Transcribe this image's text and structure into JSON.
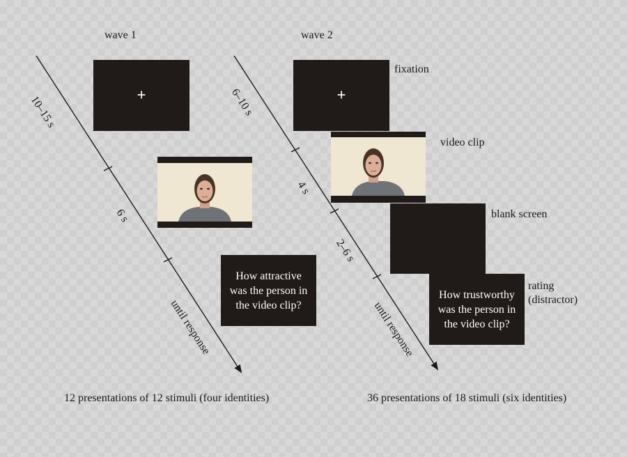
{
  "wave1": {
    "title": "wave 1",
    "fixation_symbol": "+",
    "timings": {
      "fixation": "10–15 s",
      "clip": "6 s",
      "rating": "until response"
    },
    "question": [
      "How attractive",
      "was the person in",
      "the video clip?"
    ],
    "caption": "12 presentations of 12 stimuli (four identities)"
  },
  "wave2": {
    "title": "wave 2",
    "fixation_symbol": "+",
    "timings": {
      "fixation": "6–10 s",
      "clip": "4 s",
      "blank": "2–6 s",
      "rating": "until response"
    },
    "question": [
      "How trustworthy",
      "was the person in",
      "the video clip?"
    ],
    "caption": "36 presentations of 18 stimuli (six identities)"
  },
  "stage_labels": {
    "fixation": "fixation",
    "video": "video clip",
    "blank": "blank screen",
    "rating": [
      "rating",
      "(distractor)"
    ]
  },
  "colors": {
    "screen": "#201b18",
    "video_bg": "#efe7d2",
    "line": "#1e1a17"
  }
}
